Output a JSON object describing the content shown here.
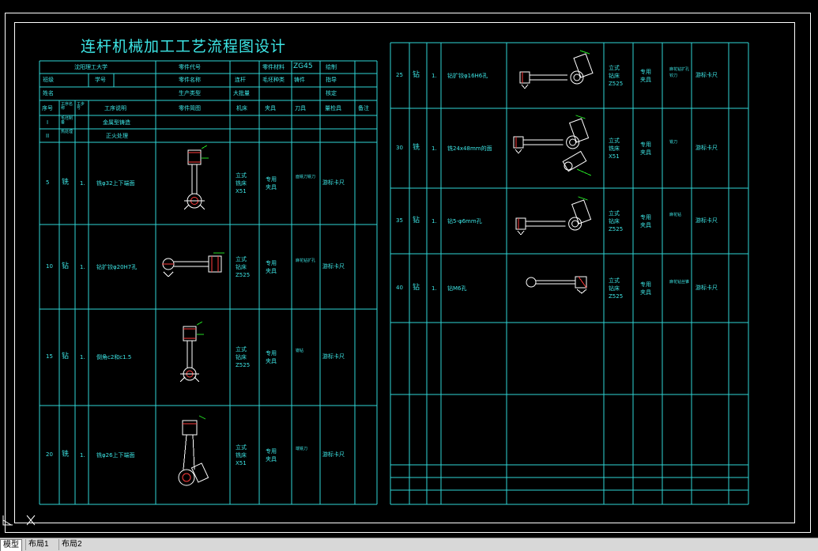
{
  "drawing": {
    "title": "连杆机械加工工艺流程图设计",
    "header": {
      "school": "沈阳理工大学",
      "part_code_label": "零件代号",
      "material_label": "零件材料",
      "material_value": "ZG45",
      "drawn_label": "绘制",
      "class_label": "班级",
      "student_no_label": "学号",
      "part_name_label": "零件名称",
      "part_name_value": "连杆",
      "blank_type_label": "毛坯种类",
      "blank_type_value": "铸件",
      "guide_label": "指导",
      "name_label": "姓名",
      "production_type_label": "生产类型",
      "production_type_value": "大批量",
      "check_label": "核定"
    },
    "columns": {
      "seq": "序号",
      "proc_name": "工序名称",
      "step": "工步号",
      "step_desc": "工序说明",
      "sketch": "零件简图",
      "machine": "机床",
      "fixture": "夹具",
      "tool": "刀具",
      "gauge": "量检具",
      "note": "备注"
    },
    "pre_ops": [
      {
        "seq": "I",
        "name": "毛坯制备",
        "desc": "金属型铸造"
      },
      {
        "seq": "II",
        "name": "热处理",
        "desc": "正火处理"
      }
    ],
    "ops_left": [
      {
        "seq": "5",
        "op": "铣",
        "step": "1.",
        "desc": "铣φ32上下端面",
        "machine": [
          "立式",
          "铣床",
          "X51"
        ],
        "fixture": [
          "专用",
          "夹具"
        ],
        "tool": "面铣刀铣刀",
        "gauge": "游标卡尺"
      },
      {
        "seq": "10",
        "op": "钻",
        "step": "1.",
        "desc": "钻扩铰φ20H7孔",
        "machine": [
          "立式",
          "钻床",
          "Z525"
        ],
        "fixture": [
          "专用",
          "夹具"
        ],
        "tool": "麻花钻扩孔",
        "gauge": "游标卡尺"
      },
      {
        "seq": "15",
        "op": "钻",
        "step": "1.",
        "desc": "倒角c2和c1.5",
        "machine": [
          "立式",
          "钻床",
          "Z525"
        ],
        "fixture": [
          "专用",
          "夹具"
        ],
        "tool": "锪钻",
        "gauge": "游标卡尺"
      },
      {
        "seq": "20",
        "op": "铣",
        "step": "1.",
        "desc": "铣φ26上下端面",
        "machine": [
          "立式",
          "铣床",
          "X51"
        ],
        "fixture": [
          "专用",
          "夹具"
        ],
        "tool": "端铣刀",
        "gauge": "游标卡尺"
      }
    ],
    "ops_right": [
      {
        "seq": "25",
        "op": "钻",
        "step": "1.",
        "desc": "钻扩铰φ16H6孔",
        "machine": [
          "立式",
          "钻床",
          "Z525"
        ],
        "fixture": [
          "专用",
          "夹具"
        ],
        "tool": "麻花钻扩孔铰刀",
        "gauge": "游标卡尺"
      },
      {
        "seq": "30",
        "op": "铣",
        "step": "1.",
        "desc": "铣24x48mm的面",
        "machine": [
          "立式",
          "铣床",
          "X51"
        ],
        "fixture": [
          "专用",
          "夹具"
        ],
        "tool": "铣刀",
        "gauge": "游标卡尺"
      },
      {
        "seq": "35",
        "op": "钻",
        "step": "1.",
        "desc": "钻5-φ6mm孔",
        "machine": [
          "立式",
          "钻床",
          "Z525"
        ],
        "fixture": [
          "专用",
          "夹具"
        ],
        "tool": "麻花钻",
        "gauge": "游标卡尺"
      },
      {
        "seq": "40",
        "op": "钻",
        "step": "1.",
        "desc": "钻M6孔",
        "machine": [
          "立式",
          "钻床",
          "Z525"
        ],
        "fixture": [
          "专用",
          "夹具"
        ],
        "tool": "麻花钻丝锥",
        "gauge": "游标卡尺"
      }
    ]
  },
  "tabs": [
    "模型",
    "布局1",
    "布局2"
  ],
  "colors": {
    "line": "#2fd6d6",
    "text": "#3de6e6",
    "frame": "#ffffff",
    "part": "#ffffff",
    "dim": "#22dd22",
    "hatch": "#ff3d3d"
  }
}
